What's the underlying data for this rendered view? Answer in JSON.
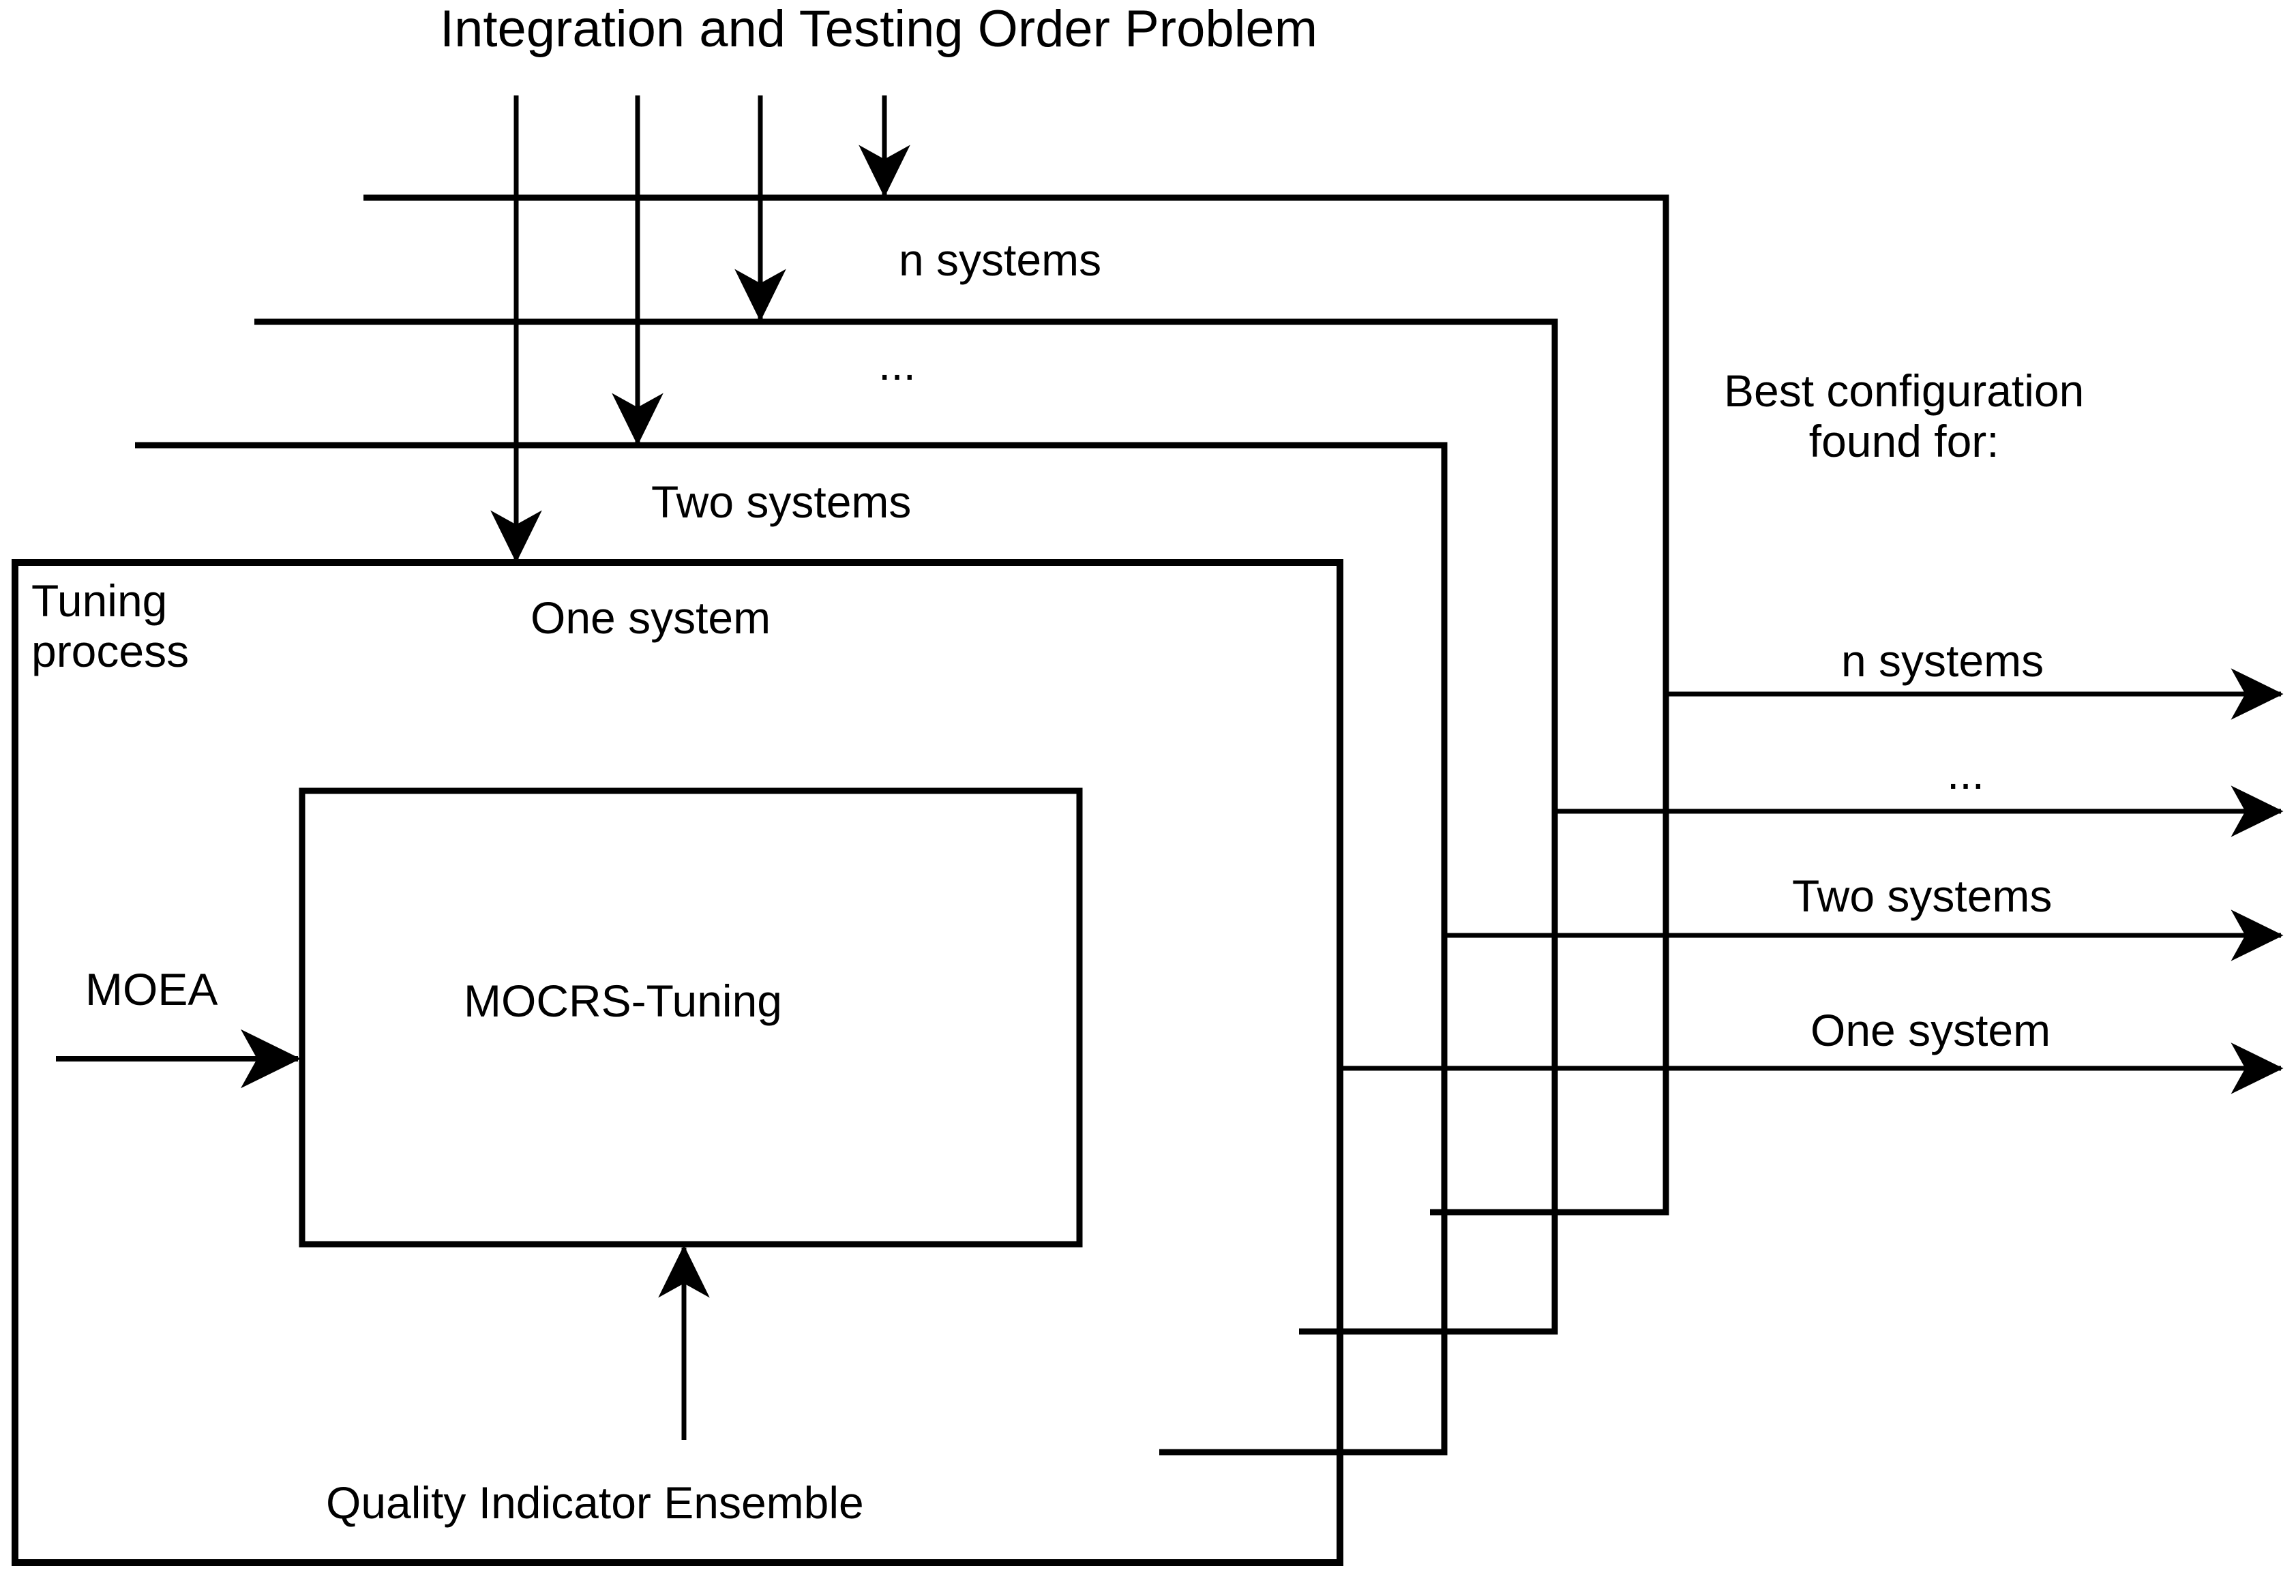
{
  "figure": {
    "type": "block-diagram",
    "background_color": "#ffffff",
    "stroke_color": "#000000",
    "title": "Integration and Testing Order Problem"
  },
  "input_flow": {
    "source_label": "Integration and Testing Order Problem",
    "arrow_count": 4,
    "targets": [
      "n systems",
      "...",
      "Two systems",
      "One system"
    ]
  },
  "panels": [
    {
      "id": "panel-n-systems",
      "label": "n systems",
      "depth": 4
    },
    {
      "id": "panel-dots",
      "label": "...",
      "depth": 3
    },
    {
      "id": "panel-two-systems",
      "label": "Two systems",
      "depth": 2
    },
    {
      "id": "panel-one-system",
      "label": "One system",
      "depth": 1
    }
  ],
  "front_panel": {
    "corner_label_line1": "Tuning",
    "corner_label_line2": "process",
    "inner_box_label": "MOCRS-Tuning",
    "left_input_label": "MOEA",
    "bottom_input_label": "Quality Indicator Ensemble"
  },
  "output_flow": {
    "heading_line1": "Best configuration",
    "heading_line2": "found for:",
    "arrows": [
      {
        "label": "n systems"
      },
      {
        "label": "..."
      },
      {
        "label": "Two systems"
      },
      {
        "label": "One system"
      }
    ]
  }
}
